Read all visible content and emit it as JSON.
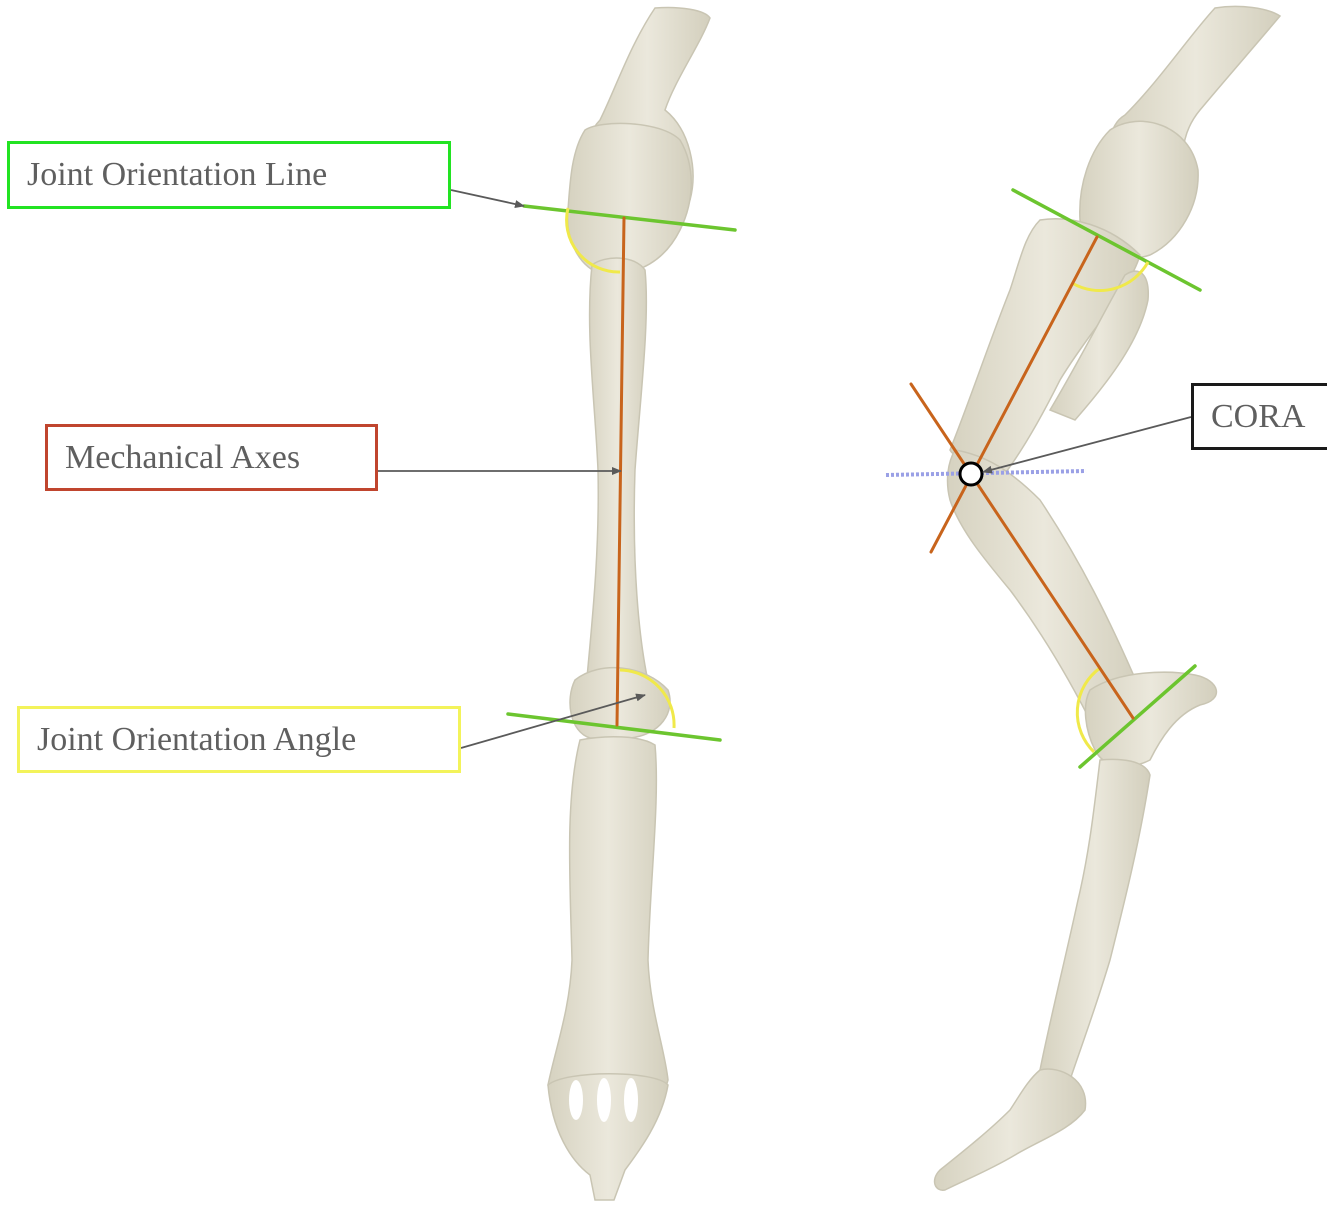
{
  "labels": {
    "joint_orientation_line": "Joint Orientation Line",
    "mechanical_axes": "Mechanical Axes",
    "joint_orientation_angle": "Joint Orientation Angle",
    "cora": "CORA"
  },
  "colors": {
    "bone": "#e7e4d6",
    "bone_shadow": "#c9c5b3",
    "joint_line": "#6cc52f",
    "mechanical_axis": "#c8641c",
    "joint_angle": "#f0e94a",
    "cora_reference": "#9aa0e6",
    "arrow": "#5a5a5a"
  }
}
